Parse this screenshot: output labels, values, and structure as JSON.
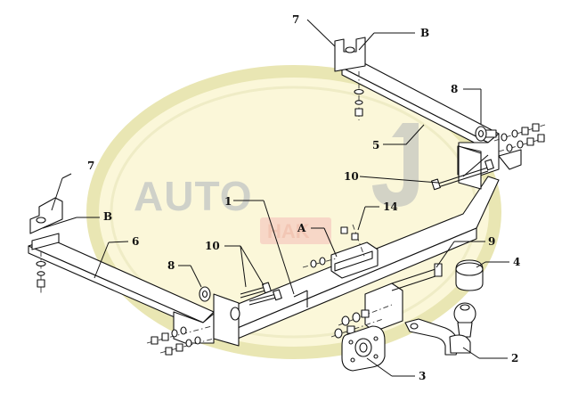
{
  "watermark": {
    "brand_left": "AUTO",
    "brand_right": "HAK",
    "colors": {
      "ring": "#e9e6b3",
      "fill": "#fbf7d9",
      "hook": "#c5c7bf"
    }
  },
  "callouts": [
    {
      "id": "c-1",
      "text": "1"
    },
    {
      "id": "c-2",
      "text": "2"
    },
    {
      "id": "c-3",
      "text": "3"
    },
    {
      "id": "c-4",
      "text": "4"
    },
    {
      "id": "c-5",
      "text": "5"
    },
    {
      "id": "c-6",
      "text": "6"
    },
    {
      "id": "c-7a",
      "text": "7"
    },
    {
      "id": "c-7b",
      "text": "7"
    },
    {
      "id": "c-8a",
      "text": "8"
    },
    {
      "id": "c-8b",
      "text": "8"
    },
    {
      "id": "c-9",
      "text": "9"
    },
    {
      "id": "c-10a",
      "text": "10"
    },
    {
      "id": "c-10b",
      "text": "10"
    },
    {
      "id": "c-14",
      "text": "14"
    },
    {
      "id": "c-A",
      "text": "A"
    },
    {
      "id": "c-Ba",
      "text": "B"
    },
    {
      "id": "c-Bb",
      "text": "B"
    }
  ]
}
